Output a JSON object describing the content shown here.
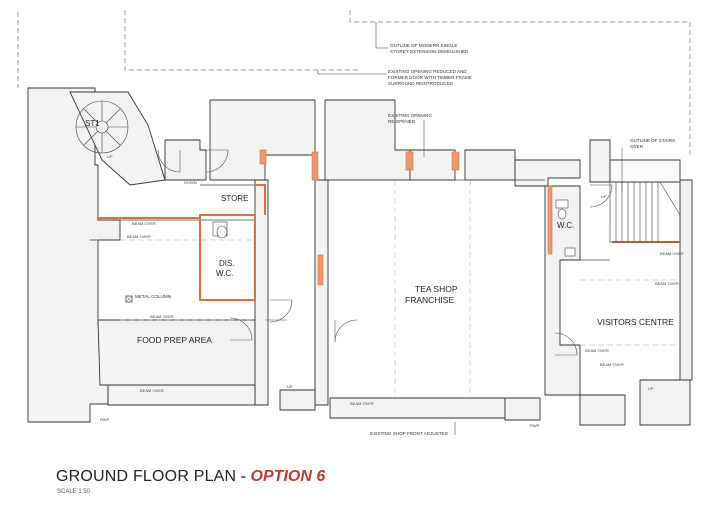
{
  "title": {
    "main": "GROUND FLOOR PLAN",
    "dash": " - ",
    "option": "OPTION 6",
    "scale": "SCALE 1:50"
  },
  "rooms": {
    "stair_1": "ST1",
    "store": "STORE",
    "dis_wc_1": "DIS.",
    "dis_wc_2": "W.C.",
    "food_prep": "FOOD PREP AREA",
    "tea_shop_1": "TEA SHOP",
    "tea_shop_2": "FRANCHISE",
    "wc": "W.C.",
    "visitors": "VISITORS CENTRE"
  },
  "notes": {
    "modern_ext_1": "OUTLINE OF MODERN SINGLE",
    "modern_ext_2": "STOREY EXTENSION DEMOLISHED",
    "opening_reduced_1": "EXISTING OPENING REDUCED AND",
    "opening_reduced_2": "FORMER DOOR WITH TIMBER FRAME",
    "opening_reduced_3": "SURROUND REINTRODUCED",
    "opening_reopened_1": "EXISTING OPENING",
    "opening_reopened_2": "RE OPENED",
    "stairs_over_1": "OUTLINE OF STAIRS",
    "stairs_over_2": "OVER",
    "shop_front": "EXISTING SHOP FRONT ADJUSTED",
    "metal_column": "METAL COLUMN"
  },
  "small_labels": {
    "up": "UP",
    "down": "DOWN",
    "beam_over": "BEAM OVER",
    "rwp": "RWP"
  },
  "colors": {
    "wall": "#f2f2f2",
    "line": "#333333",
    "new_wall": "#d9703f",
    "accent": "#c0392b"
  }
}
